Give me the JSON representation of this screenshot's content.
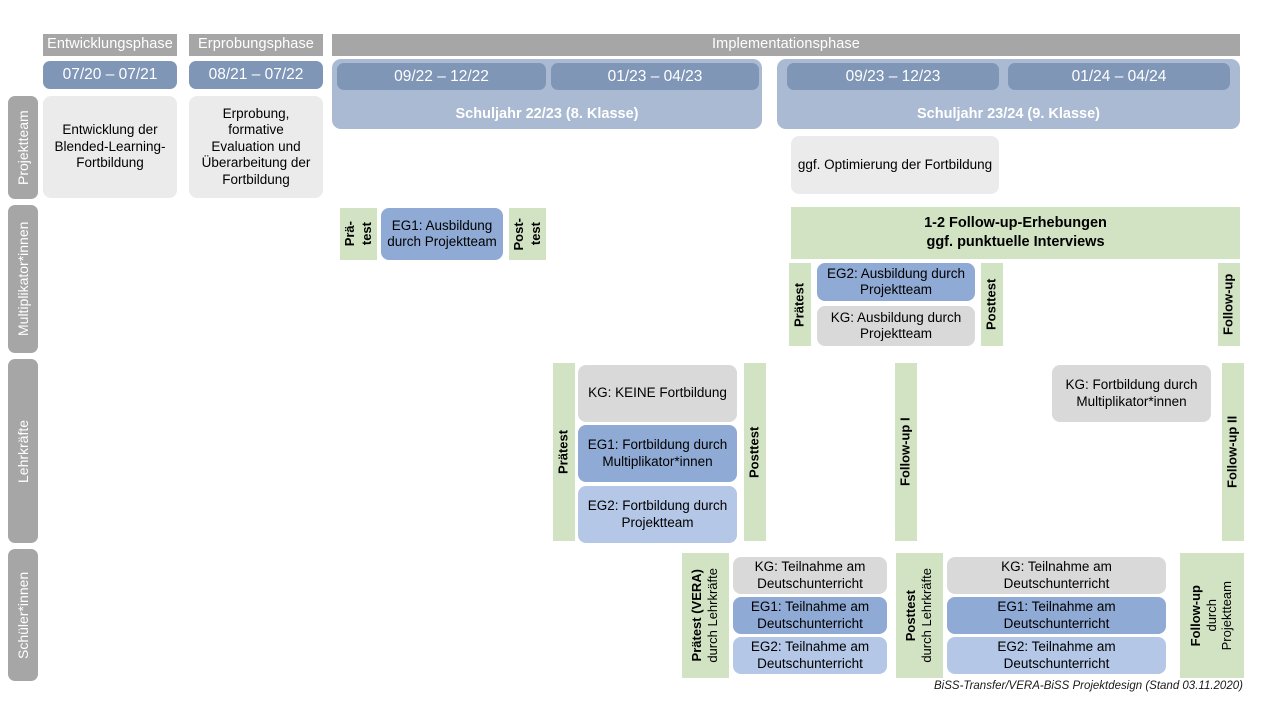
{
  "footer": {
    "text": "BiSS-Transfer/VERA-BiSS Projektdesign (Stand 03.11.2020)"
  },
  "colors": {
    "phase_header_gray": "#a6a6a6",
    "date_chip_blue": "#7f96b6",
    "schuljahr_blue": "#a9bad2",
    "green": "#d2e3c3",
    "kg_gray": "#d9d9d9",
    "kg_gray_light": "#ebebeb",
    "eg1_blue": "#8faad4",
    "eg2_blue": "#b4c7e6"
  },
  "phases": [
    {
      "label": "Entwicklungsphase"
    },
    {
      "label": "Erprobungsphase"
    },
    {
      "label": "Implementationsphase"
    }
  ],
  "periods": [
    {
      "label": "07/20 – 07/21"
    },
    {
      "label": "08/21 – 07/22"
    },
    {
      "label": "09/22 – 12/22"
    },
    {
      "label": "01/23 – 04/23"
    },
    {
      "label": "09/23 – 12/23"
    },
    {
      "label": "01/24 – 04/24"
    }
  ],
  "schuljahre": [
    {
      "label": "Schuljahr 22/23 (8. Klasse)"
    },
    {
      "label": "Schuljahr 23/24 (9. Klasse)"
    }
  ],
  "rows": [
    {
      "label": "Projektteam"
    },
    {
      "label": "Multiplikator*innen"
    },
    {
      "label": "Lehrkräfte"
    },
    {
      "label": "Schüler*innen"
    }
  ],
  "projektteam": {
    "entwicklung": "Entwicklung der Blended-Learning-Fortbildung",
    "erprobung": "Erprobung, formative Evaluation und Überarbeitung der Fortbildung",
    "optimierung": "ggf. Optimierung der Fortbildung"
  },
  "multiplikatoren": {
    "praetest_l1": "Prä-",
    "praetest_l2": "test",
    "eg1": "EG1: Ausbildung durch Projektteam",
    "posttest_l1": "Post-",
    "posttest_l2": "test",
    "followup_banner_l1": "1-2 Follow-up-Erhebungen",
    "followup_banner_l2": "ggf. punktuelle Interviews",
    "praetest2": "Prätest",
    "eg2": "EG2: Ausbildung durch Projektteam",
    "kg": "KG: Ausbildung durch Projektteam",
    "posttest2": "Posttest",
    "followup": "Follow-up"
  },
  "lehrkraefte": {
    "praetest": "Prätest",
    "kg": "KG:  KEINE Fortbildung",
    "eg1": "EG1: Fortbildung durch Multiplikator*innen",
    "eg2": "EG2: Fortbildung durch Projektteam",
    "posttest": "Posttest",
    "followup1": "Follow-up I",
    "kg2": "KG: Fortbildung durch Multiplikator*innen",
    "followup2": "Follow-up II"
  },
  "schueler": {
    "praetest_bold": "Prätest (VERA)",
    "praetest_reg": "durch Lehrkräfte",
    "kg1": "KG: Teilnahme am Deutschunterricht",
    "eg1_1": "EG1: Teilnahme am Deutschunterricht",
    "eg2_1": "EG2: Teilnahme am Deutschunterricht",
    "posttest_bold": "Posttest",
    "posttest_reg": "durch Lehrkräfte",
    "kg2": "KG: Teilnahme am Deutschunterricht",
    "eg1_2": "EG1: Teilnahme am Deutschunterricht",
    "eg2_2": "EG2: Teilnahme am Deutschunterricht",
    "followup_bold": "Follow-up",
    "followup_reg1": "durch",
    "followup_reg2": "Projektteam"
  }
}
